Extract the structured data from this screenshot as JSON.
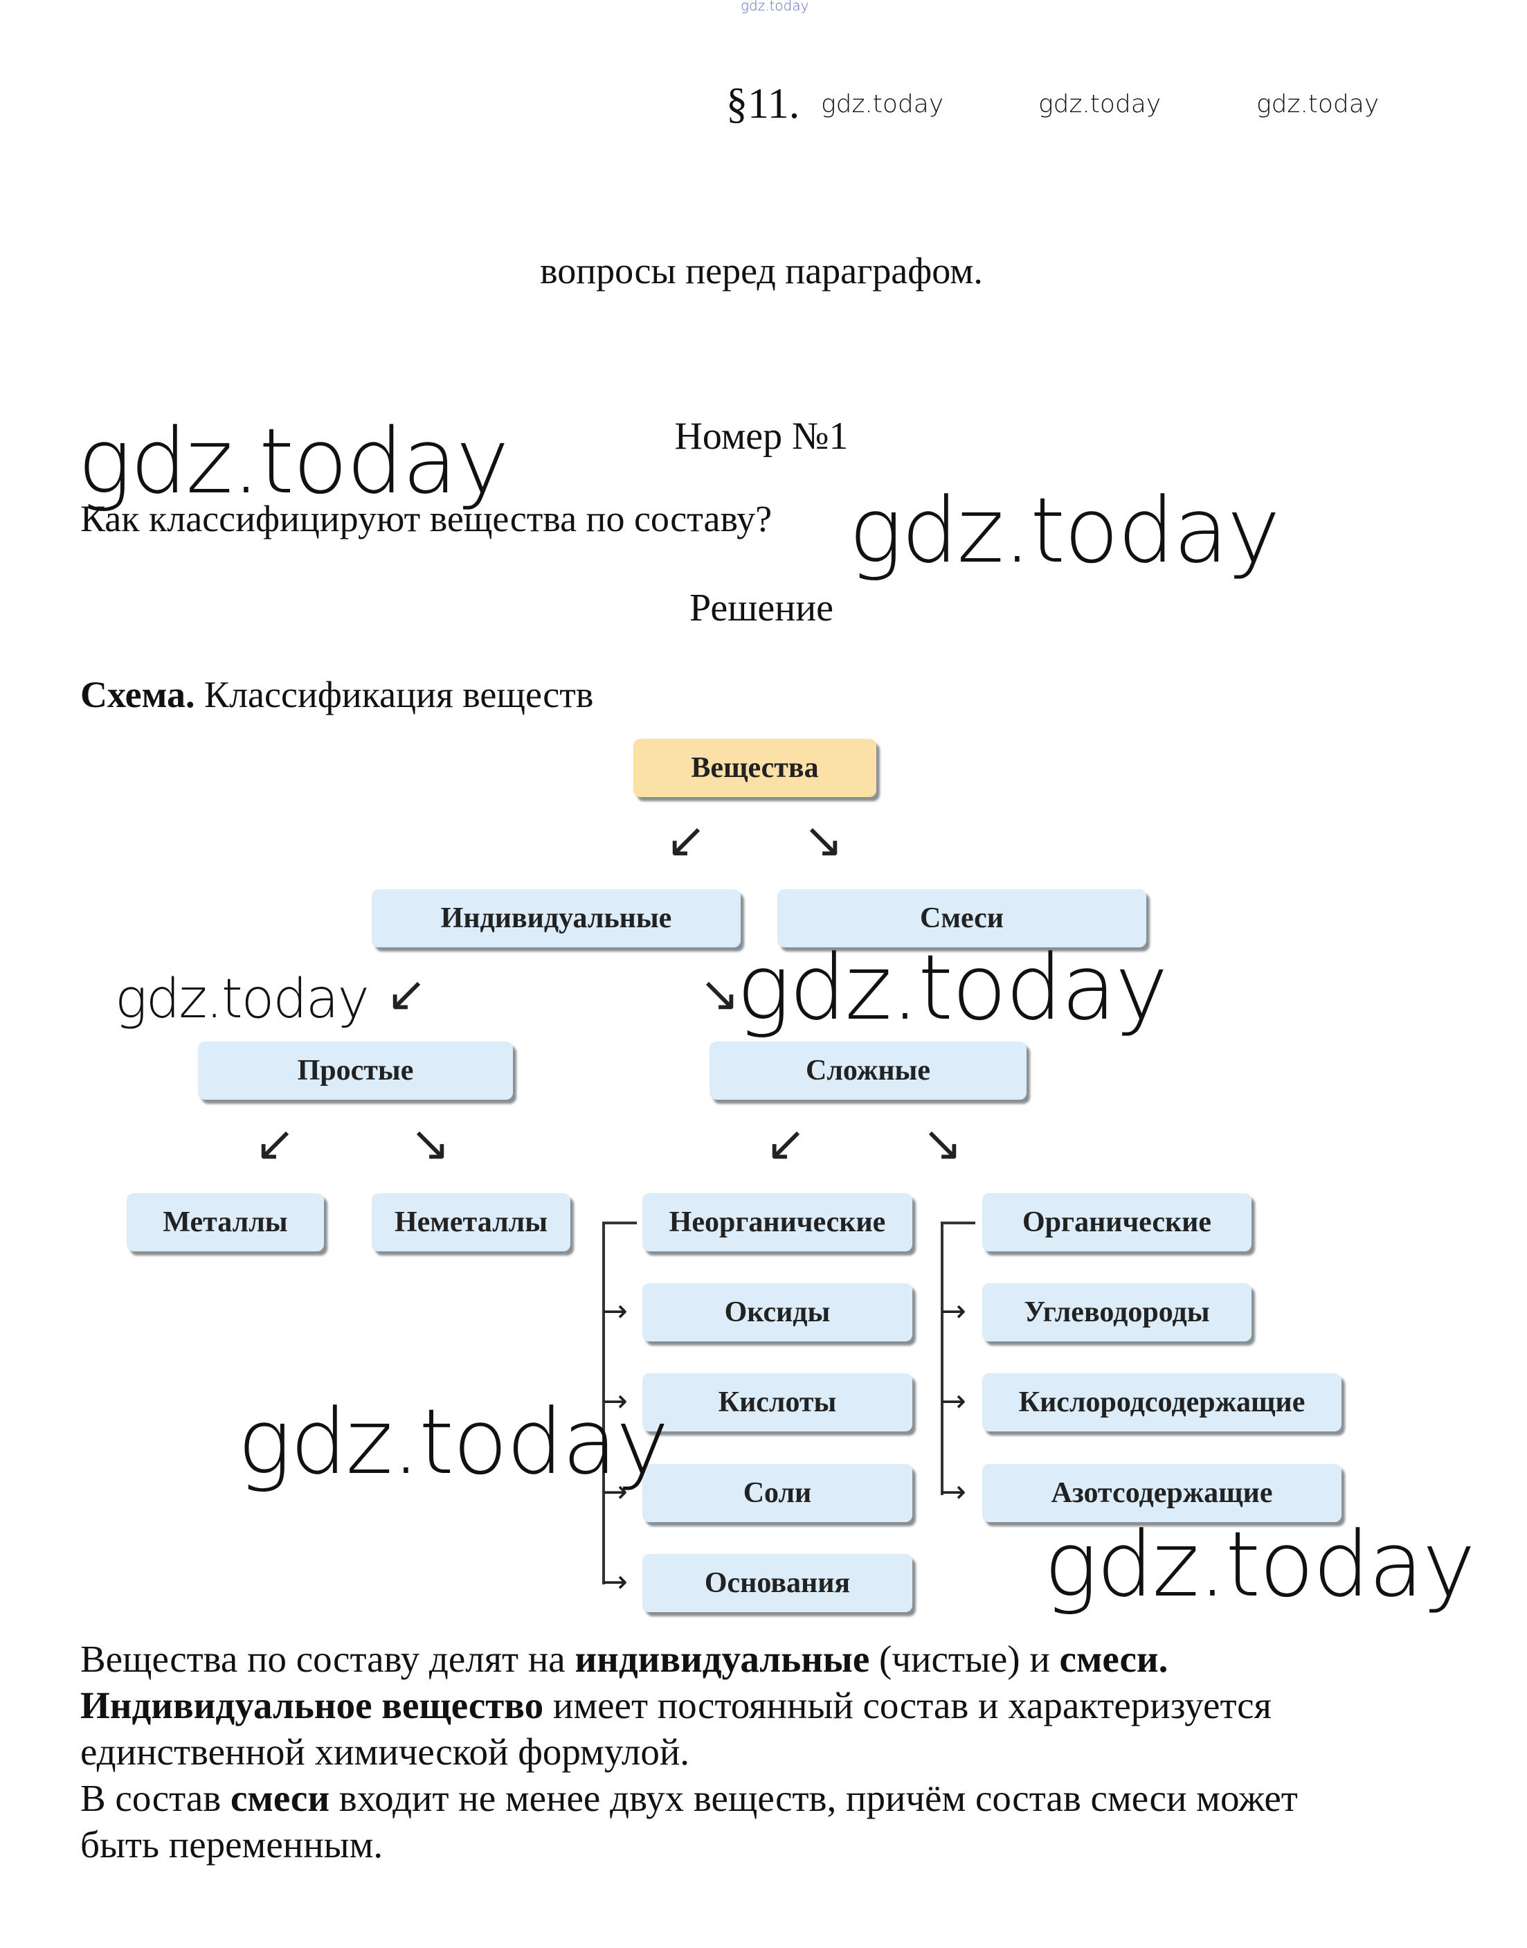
{
  "watermark_small_top": "gdz.today",
  "header": {
    "section": "§11.",
    "watermarks": [
      "gdz.today",
      "gdz.today",
      "gdz.today"
    ]
  },
  "subtitle": "вопросы перед параграфом.",
  "task": {
    "number": "Номер №1",
    "question": "Как классифицируют вещества по составу?",
    "solution_label": "Решение"
  },
  "scheme": {
    "title_bold": "Схема.",
    "title_rest": " Классификация веществ",
    "nodes": {
      "root": "Вещества",
      "individual": "Индивидуальные",
      "mixtures": "Смеси",
      "simple": "Простые",
      "complex": "Сложные",
      "metals": "Металлы",
      "nonmetals": "Неметаллы",
      "inorganic": "Неорганические",
      "oxides": "Оксиды",
      "acids": "Кислоты",
      "salts": "Соли",
      "bases": "Основания",
      "organic": "Органические",
      "hydrocarbons": "Углеводороды",
      "oxygen": "Кислородсодержащие",
      "nitrogen": "Азотсодержащие"
    },
    "arrow_left": "↙",
    "arrow_right": "↘",
    "arrow_side": "→"
  },
  "watermarks": [
    "gdz.today",
    "gdz.today",
    "gdz.today",
    "gdz.today",
    "gdz.today",
    "gdz.today"
  ],
  "answer": {
    "lines": [
      [
        {
          "t": "Вещества по составу делят на ",
          "b": false
        },
        {
          "t": "индивидуальные",
          "b": true
        },
        {
          "t": " (чистые) и ",
          "b": false
        },
        {
          "t": "смеси.",
          "b": true
        }
      ],
      [
        {
          "t": "Индивидуальное вещество",
          "b": true
        },
        {
          "t": " имеет постоянный состав и характеризуется",
          "b": false
        }
      ],
      [
        {
          "t": "единственной химической формулой.",
          "b": false
        }
      ],
      [
        {
          "t": "В состав ",
          "b": false
        },
        {
          "t": "смеси",
          "b": true
        },
        {
          "t": " входит не менее двух веществ, причём состав смеси может",
          "b": false
        }
      ],
      [
        {
          "t": "быть переменным.",
          "b": false
        }
      ]
    ]
  }
}
